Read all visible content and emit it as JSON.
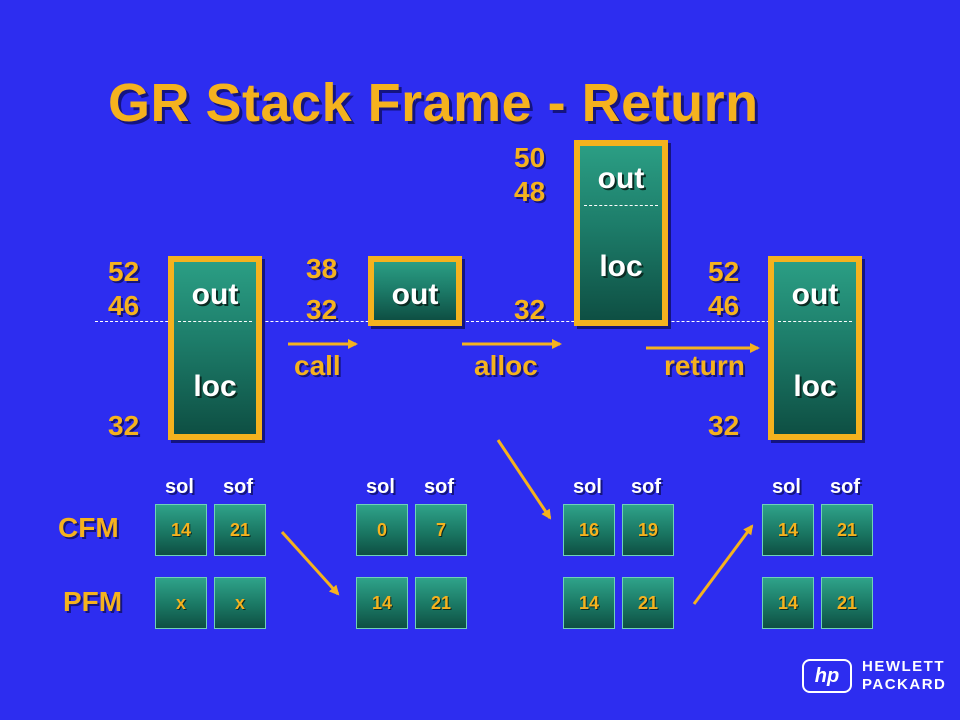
{
  "title": "GR Stack Frame - Return",
  "frames": [
    {
      "top_label": "52",
      "mid_label": "46",
      "bottom_label": "32",
      "out_label": "out",
      "loc_label": "loc"
    },
    {
      "top_label": "38",
      "mid_label": "32",
      "out_label": "out"
    },
    {
      "top_label": "50",
      "mid_label": "48",
      "bottom_label": "32",
      "out_label": "out",
      "loc_label": "loc"
    },
    {
      "top_label": "52",
      "mid_label": "46",
      "bottom_label": "32",
      "out_label": "out",
      "loc_label": "loc"
    }
  ],
  "operations": {
    "call": "call",
    "alloc": "alloc",
    "return": "return"
  },
  "markers": {
    "cfm": "CFM",
    "pfm": "PFM",
    "sol": "sol",
    "sof": "sof"
  },
  "registers": [
    {
      "cfm_sol": "14",
      "cfm_sof": "21",
      "pfm_sol": "x",
      "pfm_sof": "x"
    },
    {
      "cfm_sol": "0",
      "cfm_sof": "7",
      "pfm_sol": "14",
      "pfm_sof": "21"
    },
    {
      "cfm_sol": "16",
      "cfm_sof": "19",
      "pfm_sol": "14",
      "pfm_sof": "21"
    },
    {
      "cfm_sol": "14",
      "cfm_sof": "21",
      "pfm_sol": "14",
      "pfm_sof": "21"
    }
  ],
  "logo": {
    "mark": "hp",
    "line1": "HEWLETT",
    "line2": "PACKARD"
  },
  "colors": {
    "background": "#2d2df0",
    "accent": "#f5b21e",
    "frame_fill": "#1d7d6a",
    "text": "#ffffff"
  }
}
